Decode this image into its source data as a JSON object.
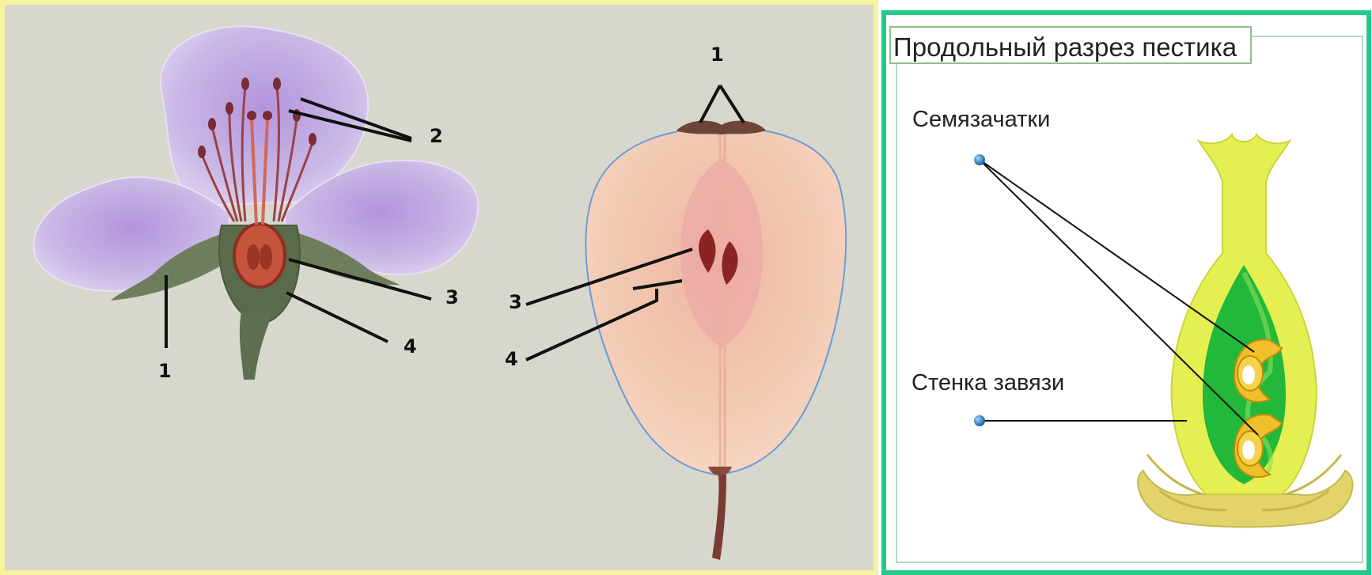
{
  "left_panel": {
    "flower_labels": {
      "label_1": "1",
      "label_2": "2",
      "label_3": "3",
      "label_4": "4"
    },
    "fruit_labels": {
      "label_1": "1",
      "label_3": "3",
      "label_4": "4"
    }
  },
  "right_panel": {
    "title": "Продольный разрез пестика",
    "ovules_label": "Семязачатки",
    "ovary_wall_label": "Стенка завязи"
  },
  "colors": {
    "left_background": "#d8d7cd",
    "left_border": "#f7f2a0",
    "right_border": "#22cc88",
    "petal": "#c9b8e6",
    "pear_flesh": "#f2c9b2",
    "pistil_outer": "#e5ef52",
    "pistil_inner": "#22b83a",
    "ovule": "#f0c02a",
    "pointer_dot": "#1a6fb3"
  }
}
